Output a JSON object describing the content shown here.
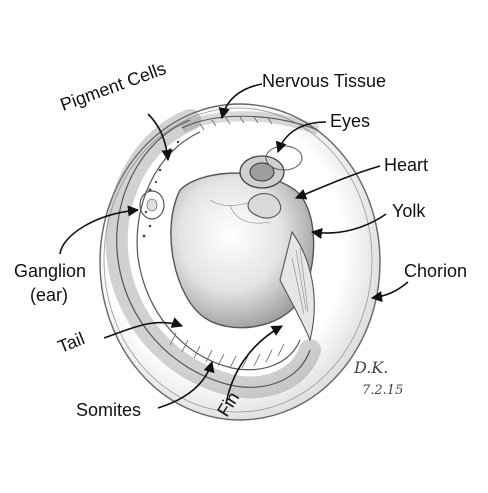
{
  "labels": {
    "nervous_tissue": "Nervous Tissue",
    "pigment_cells": "Pigment Cells",
    "eyes": "Eyes",
    "heart": "Heart",
    "yolk": "Yolk",
    "chorion": "Chorion",
    "ganglion": "Ganglion",
    "ganglion_sub": "(ear)",
    "tail": "Tail",
    "somites": "Somites",
    "fin": "Fin"
  },
  "signature": {
    "initials": "D.K.",
    "date": "7.2.15"
  },
  "colors": {
    "pencil": "#555555",
    "shade": "#bdbdbd",
    "background": "#ffffff",
    "ink": "#111111"
  }
}
